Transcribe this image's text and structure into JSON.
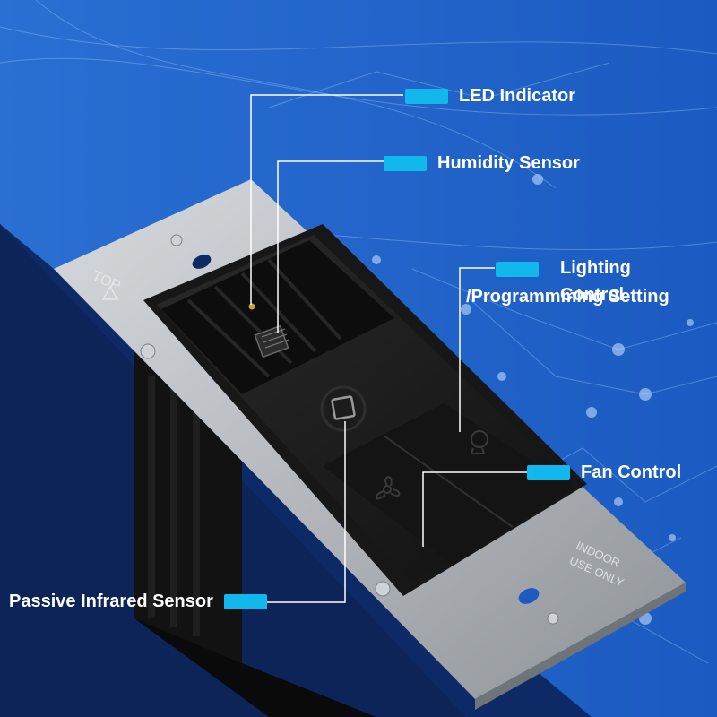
{
  "callouts": {
    "led_indicator": "LED Indicator",
    "humidity_sensor": "Humidity Sensor",
    "lighting_control_line1": "Lighting Control",
    "lighting_control_line2": "/Programmming Setting",
    "fan_control": "Fan Control",
    "passive_infrared_sensor": "Passive Infrared Sensor"
  },
  "plate_text": {
    "top": "TOP",
    "indoor_line1": "INDOOR",
    "indoor_line2": "USE ONLY"
  },
  "colors": {
    "background_dark": "#0e2a66",
    "background_light": "#1f6ad0",
    "tag": "#12b7ec",
    "label": "#ffffff",
    "plate": "#b9bdc3",
    "housing": "#1a1a1a"
  },
  "icons": {
    "fan": "fan-icon",
    "light": "light-bulb-icon",
    "pir": "pir-sensor-icon"
  }
}
